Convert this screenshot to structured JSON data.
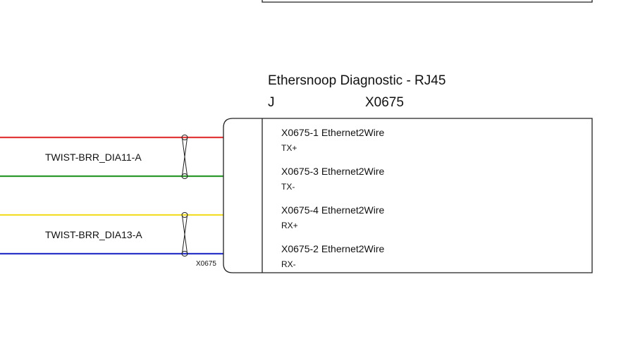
{
  "connector": {
    "title": "Ethersnoop Diagnostic - RJ45",
    "type_label": "J",
    "ref": "X0675",
    "small_ref": "X0675"
  },
  "pins": [
    {
      "label": "X0675-1 Ethernet2Wire",
      "signal": "TX+"
    },
    {
      "label": "X0675-3 Ethernet2Wire",
      "signal": "TX-"
    },
    {
      "label": "X0675-4 Ethernet2Wire",
      "signal": "RX+"
    },
    {
      "label": "X0675-2 Ethernet2Wire",
      "signal": "RX-"
    }
  ],
  "twists": [
    {
      "label": "TWIST-BRR_DIA11-A"
    },
    {
      "label": "TWIST-BRR_DIA13-A"
    }
  ],
  "wires": [
    {
      "color": "#e23a3a"
    },
    {
      "color": "#2e9a2e"
    },
    {
      "color": "#f2dd2a"
    },
    {
      "color": "#2b36c9"
    }
  ]
}
